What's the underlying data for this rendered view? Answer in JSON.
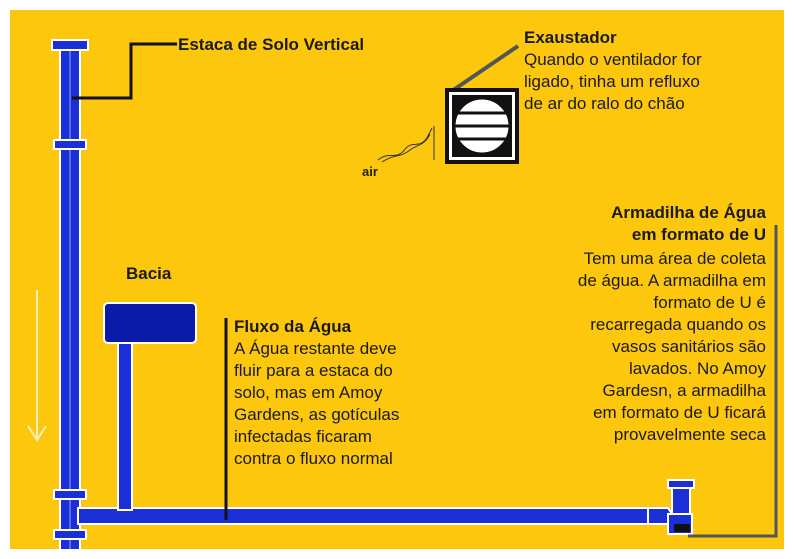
{
  "labels": {
    "stack": "Estaca de Solo Vertical",
    "exhaust_title": "Exaustador",
    "exhaust_body": [
      "Quando o ventilador for",
      "ligado, tinha um refluxo",
      "de ar do ralo do chão"
    ],
    "air": "air",
    "basin": "Bacia",
    "flow_title": "Fluxo da Água",
    "flow_body": [
      "A Água restante deve",
      "fluir para a estaca do",
      "solo, mas em Amoy",
      "Gardens, as gotículas",
      "infectadas ficaram",
      "contra o fluxo normal"
    ],
    "trap_title": [
      "Armadilha de Água",
      "em formato de U"
    ],
    "trap_body": [
      "Tem uma área de coleta",
      "de água. A armadilha em",
      "formato de U é",
      "recarregada quando os",
      "vasos sanitários são",
      "lavados. No Amoy",
      "Gardesn, a armadilha",
      "em formato de U ficará",
      "provavelmente seca"
    ]
  },
  "colors": {
    "background": "#fdc70e",
    "pipe": "#1a2fd6",
    "pipe_dark": "#0b1aa8",
    "leader": "#111111",
    "fan_frame": "#111111"
  },
  "icons": [
    "exhaust-fan-icon",
    "down-arrow-icon",
    "air-squiggle-icon"
  ]
}
